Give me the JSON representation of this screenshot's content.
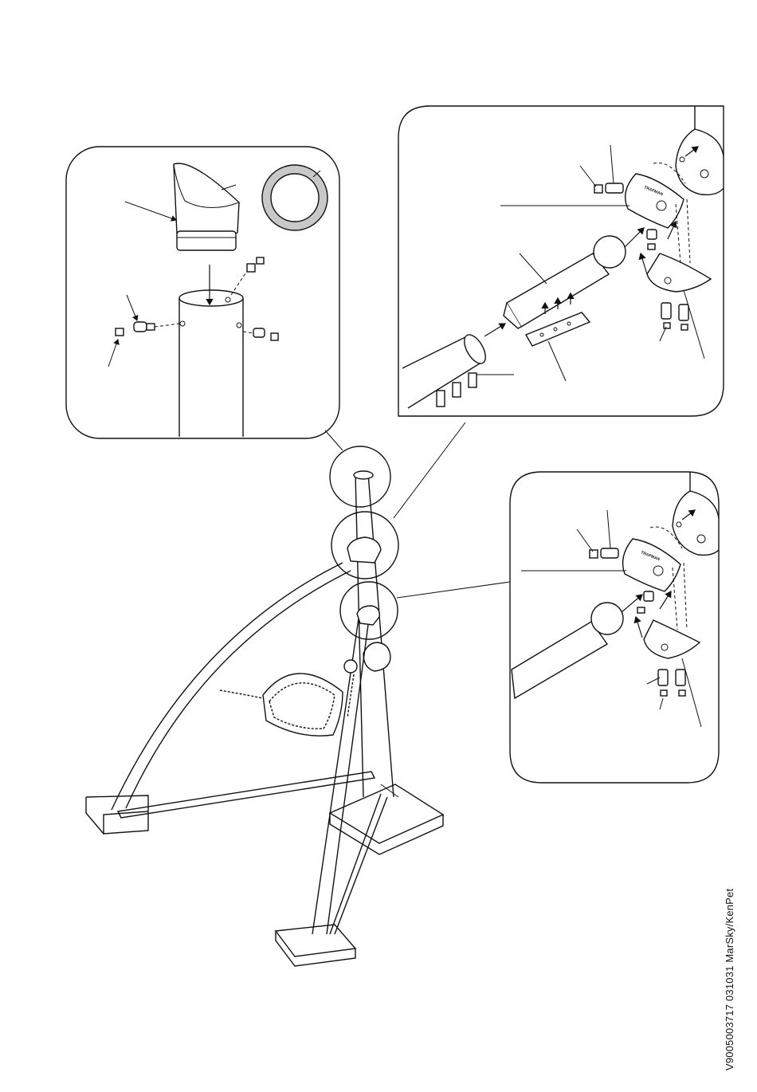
{
  "document": {
    "code": "V9005003717  031031  MarSky/KenPet"
  },
  "labels": {
    "brand_mark": "TRAPMAN"
  },
  "colors": {
    "line": "#111111",
    "ring_fill": "#c8c8c8",
    "background": "#ffffff"
  },
  "icons": {
    "detail_panels": [
      "cap-detail-panel",
      "upper-joint-detail-panel",
      "lower-joint-detail-panel"
    ],
    "main": "swing-frame-assembly"
  }
}
